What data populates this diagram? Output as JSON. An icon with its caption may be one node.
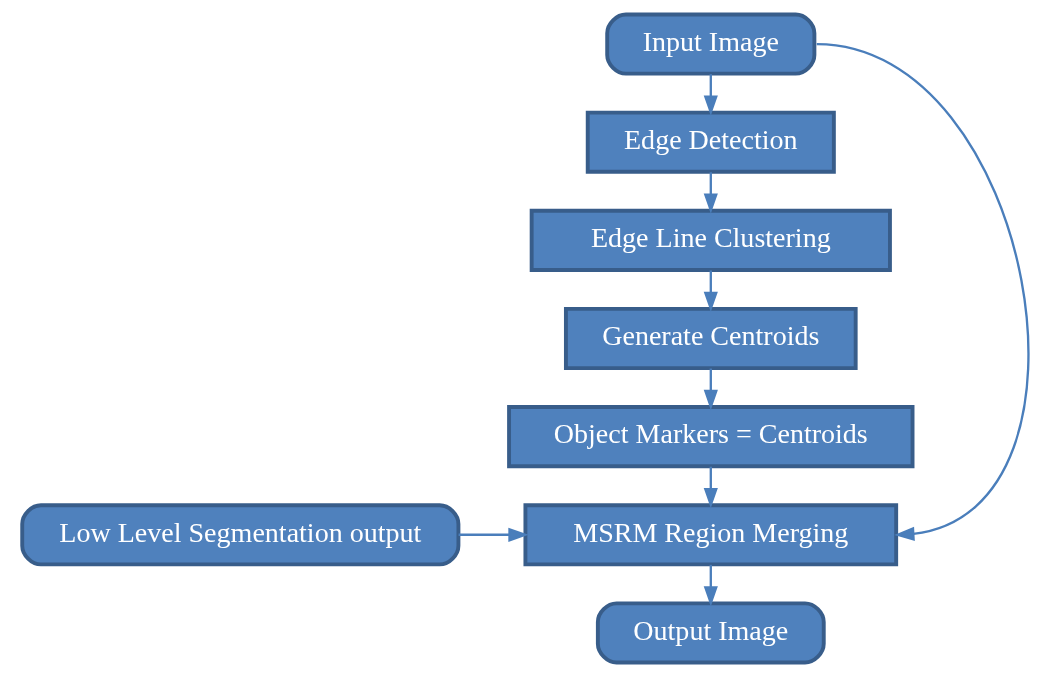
{
  "diagram": {
    "nodes": [
      {
        "text": [
          "Input Image"
        ]
      },
      {
        "text": [
          "Edge Detection"
        ]
      },
      {
        "text": [
          "Edge Line Clustering"
        ]
      },
      {
        "text": [
          "Generate Centroids"
        ]
      },
      {
        "text": [
          "Object Markers = Centroids"
        ]
      },
      {
        "text": [
          "Low Level Segmentation output"
        ]
      },
      {
        "text": [
          "MSRM Region Merging"
        ]
      },
      {
        "text": [
          "Output Image"
        ]
      }
    ],
    "edges": [
      {
        "from": 0,
        "to": 1,
        "arrow": "to"
      },
      {
        "from": 1,
        "to": 2,
        "arrow": "to"
      },
      {
        "from": 2,
        "to": 3,
        "arrow": "to"
      },
      {
        "from": 3,
        "to": 4,
        "arrow": "to"
      },
      {
        "from": 4,
        "to": 6,
        "arrow": "to"
      },
      {
        "from": 5,
        "to": 6,
        "arrow": "to"
      },
      {
        "from": 0,
        "to": 6,
        "arrow": "to"
      },
      {
        "from": 6,
        "to": 7,
        "arrow": "to"
      }
    ]
  }
}
